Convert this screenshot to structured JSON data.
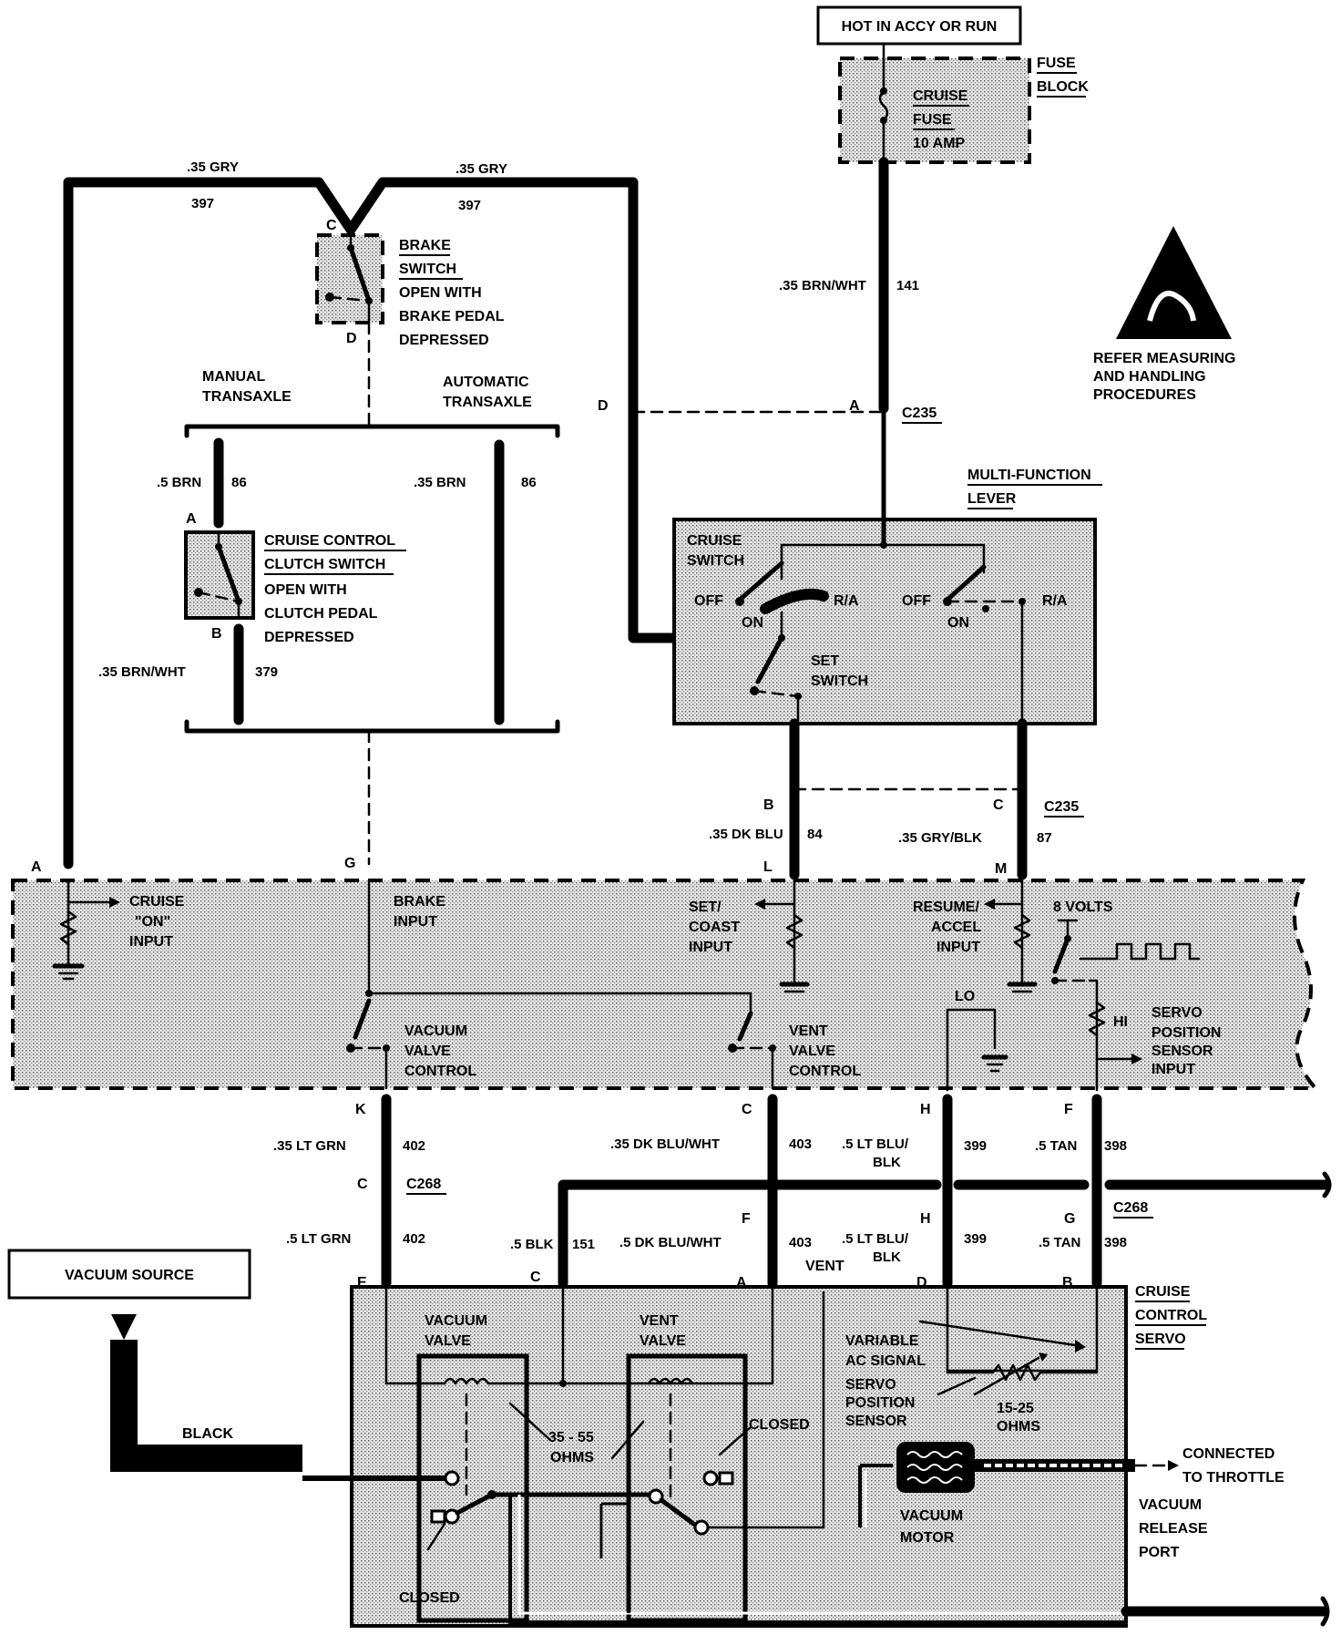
{
  "source": {
    "hot_label": "HOT IN ACCY OR RUN",
    "fuse_block": [
      "FUSE",
      "BLOCK"
    ],
    "fuse_name": [
      "CRUISE",
      "FUSE"
    ],
    "fuse_rating": "10 AMP"
  },
  "esd_warning": [
    "REFER MEASURING",
    "AND HANDLING",
    "PROCEDURES"
  ],
  "wires": {
    "gry_left": ".35 GRY",
    "gry_left_num": "397",
    "gry_right": ".35 GRY",
    "gry_right_num": "397",
    "brn_wht_141": ".35 BRN/WHT",
    "brn_wht_141_num": "141",
    "brn_86_man": ".5 BRN",
    "brn_86_man_num": "86",
    "brn_86_auto": ".35 BRN",
    "brn_86_auto_num": "86",
    "brn_wht_379": ".35 BRN/WHT",
    "brn_wht_379_num": "379",
    "dk_blu_84": ".35 DK BLU",
    "dk_blu_84_num": "84",
    "gry_blk_87": ".35 GRY/BLK",
    "gry_blk_87_num": "87",
    "lt_grn_402_a": ".35 LT GRN",
    "lt_grn_402_a_num": "402",
    "lt_grn_402_b": ".5 LT GRN",
    "lt_grn_402_b_num": "402",
    "dk_blu_wht_403_a": ".35 DK BLU/WHT",
    "dk_blu_wht_403_a_num": "403",
    "dk_blu_wht_403_b": ".5 DK BLU/WHT",
    "dk_blu_wht_403_b_num": "403",
    "lt_blu_blk_399_a": [
      ".5 LT BLU/",
      "BLK"
    ],
    "lt_blu_blk_399_a_num": "399",
    "lt_blu_blk_399_b": [
      ".5 LT BLU/",
      "BLK"
    ],
    "lt_blu_blk_399_b_num": "399",
    "tan_398_a": ".5 TAN",
    "tan_398_a_num": "398",
    "tan_398_b": ".5 TAN",
    "tan_398_b_num": "398",
    "blk_151": ".5 BLK",
    "blk_151_num": "151",
    "black_hose": "BLACK"
  },
  "brake_switch": {
    "title": [
      "BRAKE",
      "SWITCH"
    ],
    "desc": [
      "OPEN WITH",
      "BRAKE PEDAL",
      "DEPRESSED"
    ],
    "pin_top": "C",
    "pin_bottom": "D"
  },
  "transaxle": {
    "manual": [
      "MANUAL",
      "TRANSAXLE"
    ],
    "automatic": [
      "AUTOMATIC",
      "TRANSAXLE"
    ]
  },
  "clutch_switch": {
    "title": [
      "CRUISE  CONTROL",
      "CLUTCH SWITCH"
    ],
    "desc": [
      "OPEN WITH",
      "CLUTCH PEDAL",
      "DEPRESSED"
    ],
    "pin_top": "A",
    "pin_bottom": "B"
  },
  "multifunction": {
    "title": [
      "MULTI-FUNCTION",
      "LEVER"
    ],
    "cruise_switch": [
      "CRUISE",
      "SWITCH"
    ],
    "off": "OFF",
    "on": "ON",
    "ra": "R/A",
    "set_switch": [
      "SET",
      "SWITCH"
    ]
  },
  "connectors": {
    "c235": "C235",
    "c268": "C268",
    "pin_D": "D",
    "pin_A": "A",
    "pin_B": "B",
    "pin_C": "C",
    "mod_A": "A",
    "mod_G": "G",
    "mod_L": "L",
    "mod_M": "M",
    "mod_K": "K",
    "mod_C": "C",
    "mod_H": "H",
    "mod_F": "F",
    "c268_C": "C",
    "c268_F": "F",
    "c268_H": "H",
    "c268_G": "G",
    "servo_E": "E",
    "servo_C": "C",
    "servo_A": "A",
    "servo_D": "D",
    "servo_B": "B"
  },
  "module": {
    "cruise_on": [
      "CRUISE",
      "\"ON\"",
      "INPUT"
    ],
    "brake_input": [
      "BRAKE",
      "INPUT"
    ],
    "set_coast": [
      "SET/",
      "COAST",
      "INPUT"
    ],
    "resume_accel": [
      "RESUME/",
      "ACCEL",
      "INPUT"
    ],
    "volts": "8 VOLTS",
    "lo": "LO",
    "hi": "HI",
    "servo_pos": [
      "SERVO",
      "POSITION",
      "SENSOR",
      "INPUT"
    ],
    "vacuum_valve_control": [
      "VACUUM",
      "VALVE",
      "CONTROL"
    ],
    "vent_valve_control": [
      "VENT",
      "VALVE",
      "CONTROL"
    ]
  },
  "servo": {
    "title": [
      "CRUISE",
      "CONTROL",
      "SERVO"
    ],
    "vacuum_source": "VACUUM SOURCE",
    "vacuum_valve": [
      "VACUUM",
      "VALVE"
    ],
    "vent_valve": [
      "VENT",
      "VALVE"
    ],
    "ohms_35_55": [
      "35 - 55",
      "OHMS"
    ],
    "closed_top": "CLOSED",
    "closed_bottom": "CLOSED",
    "vent": "VENT",
    "variable_ac": [
      "VARIABLE",
      "AC SIGNAL"
    ],
    "servo_pos_sensor": [
      "SERVO",
      "POSITION",
      "SENSOR"
    ],
    "ohms_15_25": [
      "15-25",
      "OHMS"
    ],
    "vacuum_motor": [
      "VACUUM",
      "MOTOR"
    ],
    "throttle": [
      "CONNECTED",
      "TO THROTTLE"
    ],
    "release_port": [
      "VACUUM",
      "RELEASE",
      "PORT"
    ]
  }
}
